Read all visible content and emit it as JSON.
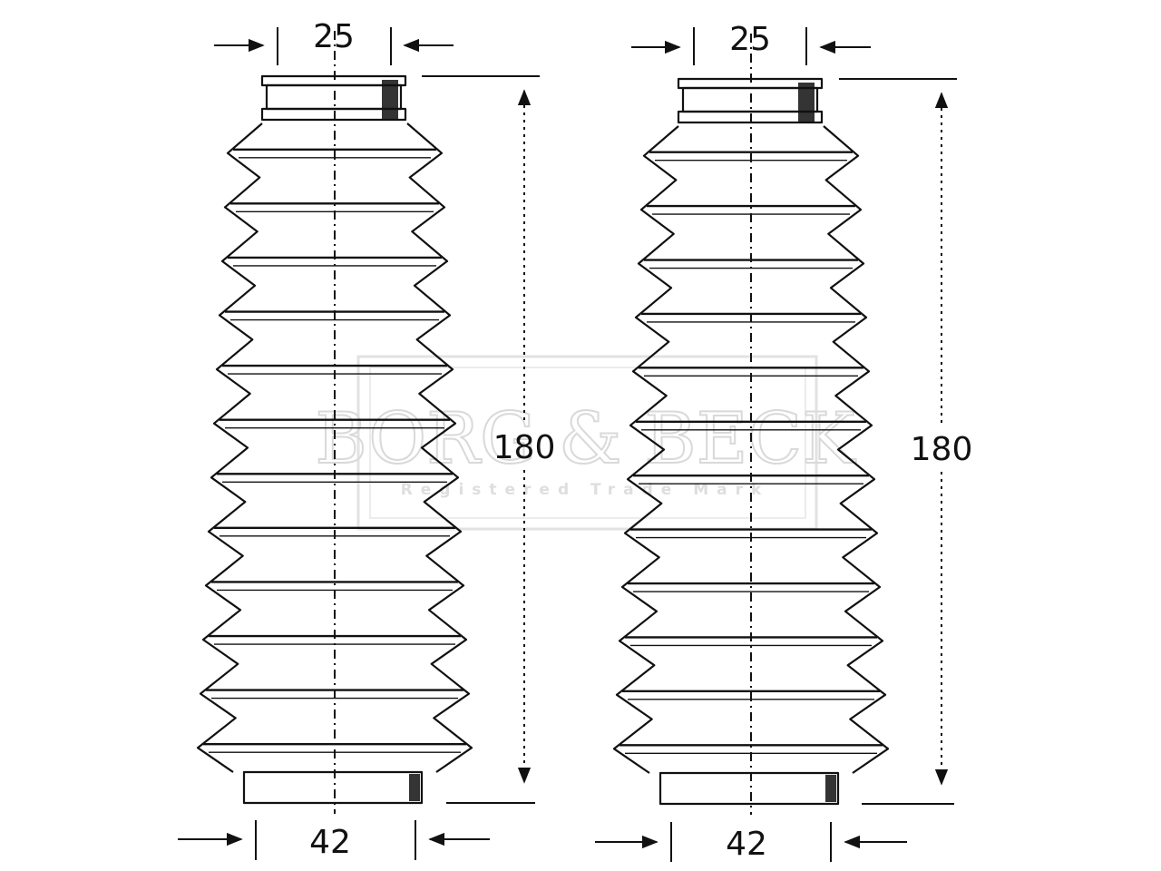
{
  "diagram": {
    "boots": [
      {
        "top_diameter": "25",
        "bottom_diameter": "42",
        "length": "180"
      },
      {
        "top_diameter": "25",
        "bottom_diameter": "42",
        "length": "180"
      }
    ],
    "watermark": {
      "brand": "BORG & BECK",
      "subtitle": "Registered Trade Mark"
    },
    "colors": {
      "line": "#111111",
      "watermark": "#d9d9d9"
    }
  }
}
